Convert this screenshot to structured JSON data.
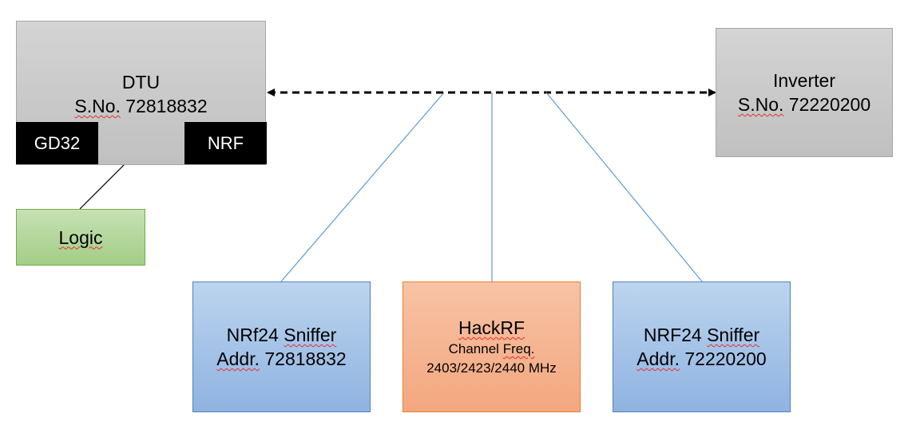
{
  "dtu": {
    "title": "DTU",
    "sn_label": "S.No.",
    "sn_value": "72818832",
    "chip_left": "GD32",
    "chip_right": "NRF"
  },
  "inverter": {
    "title": "Inverter",
    "sn_label": "S.No.",
    "sn_value": "72220200"
  },
  "logic": {
    "label": "Logic"
  },
  "sniffer_left": {
    "name_a": "NRf24",
    "name_b": "Sniffer",
    "addr_label": "Addr.",
    "addr_value": "72818832"
  },
  "hackrf": {
    "title": "HackRF",
    "freq_label_a": "Channel",
    "freq_label_b": "Freq.",
    "freq_values": "2403/2423/2440 MHz"
  },
  "sniffer_right": {
    "name_a": "NRF24",
    "name_b": "Sniffer",
    "addr_label": "Addr.",
    "addr_value": "72220200"
  },
  "colors": {
    "gray_box": "#c8c8c8",
    "blue_box": "#9dbde6",
    "green_box": "#b4d79c",
    "orange_box": "#f4b08a",
    "link_line": "#5b9bd5",
    "chip_fill": "#000000"
  }
}
